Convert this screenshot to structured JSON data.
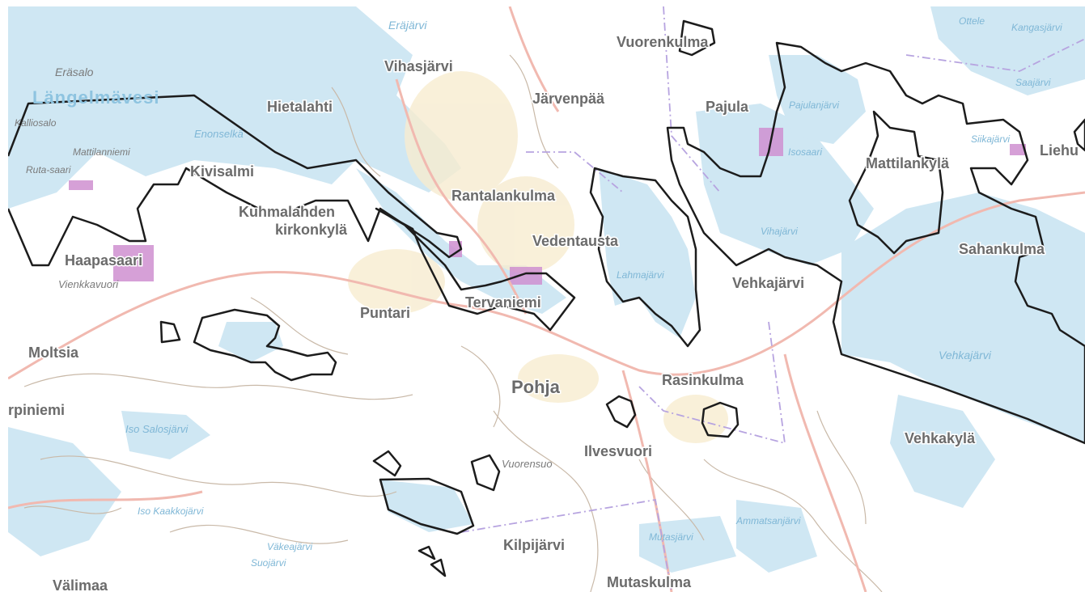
{
  "map": {
    "labels": {
      "langelmavesi": "Längelmävesi",
      "erasalo": "Eräsalo",
      "kalliosalo": "Kalliosalo",
      "mattilanniemi": "Mattilanniemi",
      "rutasaari": "Ruta-saari",
      "haapasaari": "Haapasaari",
      "vienkkavuori": "Vienkkavuori",
      "moltsia": "Moltsia",
      "orpiniemi": "rpiniemi",
      "isosalosjarvi": "Iso Salosjärvi",
      "kivisalmi": "Kivisalmi",
      "kuhmalahden": "Kuhmalahden",
      "kirkonkyla": "kirkonkylä",
      "hietalahti": "Hietalahti",
      "vihasjarvi": "Vihasjärvi",
      "erajarvi": "Eräjärvi",
      "enonselka": "Enonselkä",
      "jarvenpaa": "Järvenpää",
      "rantalankulma": "Rantalankulma",
      "vedentausta": "Vedentausta",
      "puntari": "Puntari",
      "tervaniemi": "Tervaniemi",
      "pohja": "Pohja",
      "rasinkulma": "Rasinkulma",
      "ilvesvuori": "Ilvesvuori",
      "vuorensuo": "Vuorensuo",
      "kilpijarvi": "Kilpijärvi",
      "mutaskulma": "Mutaskulma",
      "mutasjarvi": "Mutasjärvi",
      "valimaa": "Välimaa",
      "isokaakkojarvi": "Iso Kaakkojärvi",
      "vakealarvi": "Väkeajärvi",
      "suojarvi": "Suojärvi",
      "vuorenkulma": "Vuorenkulma",
      "pajula": "Pajula",
      "pajulanjarvi": "Pajulanjärvi",
      "isosaari": "Isosaari",
      "mattilankyla": "Mattilankylä",
      "vihajarvi": "Vihajärvi",
      "vehkajarvi_town": "Vehkajärvi",
      "vehkajarvi_lake": "Vehkajärvi",
      "vehkakyla": "Vehkakylä",
      "sahankulma": "Sahankulma",
      "liehu": "Liehu",
      "ottele": "Ottele",
      "saajarvi": "Saajärvi",
      "ammatsanjarvi": "Ammatsanjärvi",
      "lahmajarvi": "Lahmajärvi",
      "siikajarvi": "Siikajärvi",
      "kangasjarvi": "Kangasjärvi"
    },
    "colors": {
      "water": "#cfe7f3",
      "land": "#ffffff",
      "settlement": "#f7ecd0",
      "road_major": "#f1b9b0",
      "road_minor": "#c9b9a8",
      "boundary": "#b7a4e0",
      "protected_outline": "#1c1c1c",
      "built_area": "#cf8fd0"
    }
  }
}
